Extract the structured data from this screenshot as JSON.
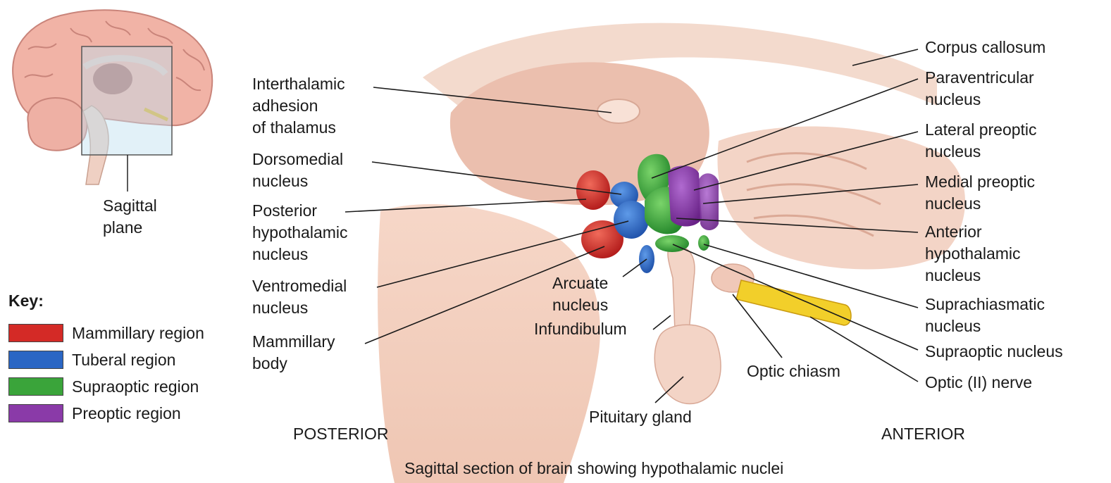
{
  "inset": {
    "plane_label": "Sagittal\nplane"
  },
  "labels": {
    "interthalamic": "Interthalamic\nadhesion\nof thalamus",
    "dorsomedial": "Dorsomedial\nnucleus",
    "posterior_hypothalamic": "Posterior\nhypothalamic\nnucleus",
    "ventromedial": "Ventromedial\nnucleus",
    "mammillary_body": "Mammillary\nbody",
    "arcuate": "Arcuate\nnucleus",
    "infundibulum": "Infundibulum",
    "pituitary": "Pituitary gland",
    "optic_chiasm": "Optic chiasm",
    "corpus_callosum": "Corpus callosum",
    "paraventricular": "Paraventricular\nnucleus",
    "lateral_preoptic": "Lateral preoptic\nnucleus",
    "medial_preoptic": "Medial preoptic\nnucleus",
    "anterior_hypothalamic": "Anterior\nhypothalamic\nnucleus",
    "suprachiasmatic": "Suprachiasmatic\nnucleus",
    "supraoptic": "Supraoptic nucleus",
    "optic_nerve": "Optic (II) nerve"
  },
  "orientation": {
    "posterior": "POSTERIOR",
    "anterior": "ANTERIOR"
  },
  "key": {
    "title": "Key:",
    "items": [
      {
        "label": "Mammillary region",
        "color": "#d42a26"
      },
      {
        "label": "Tuberal region",
        "color": "#2a66c4"
      },
      {
        "label": "Supraoptic region",
        "color": "#3aa43a"
      },
      {
        "label": "Preoptic region",
        "color": "#8a3aa8"
      }
    ]
  },
  "caption": "Sagittal section of brain showing hypothalamic nuclei"
}
